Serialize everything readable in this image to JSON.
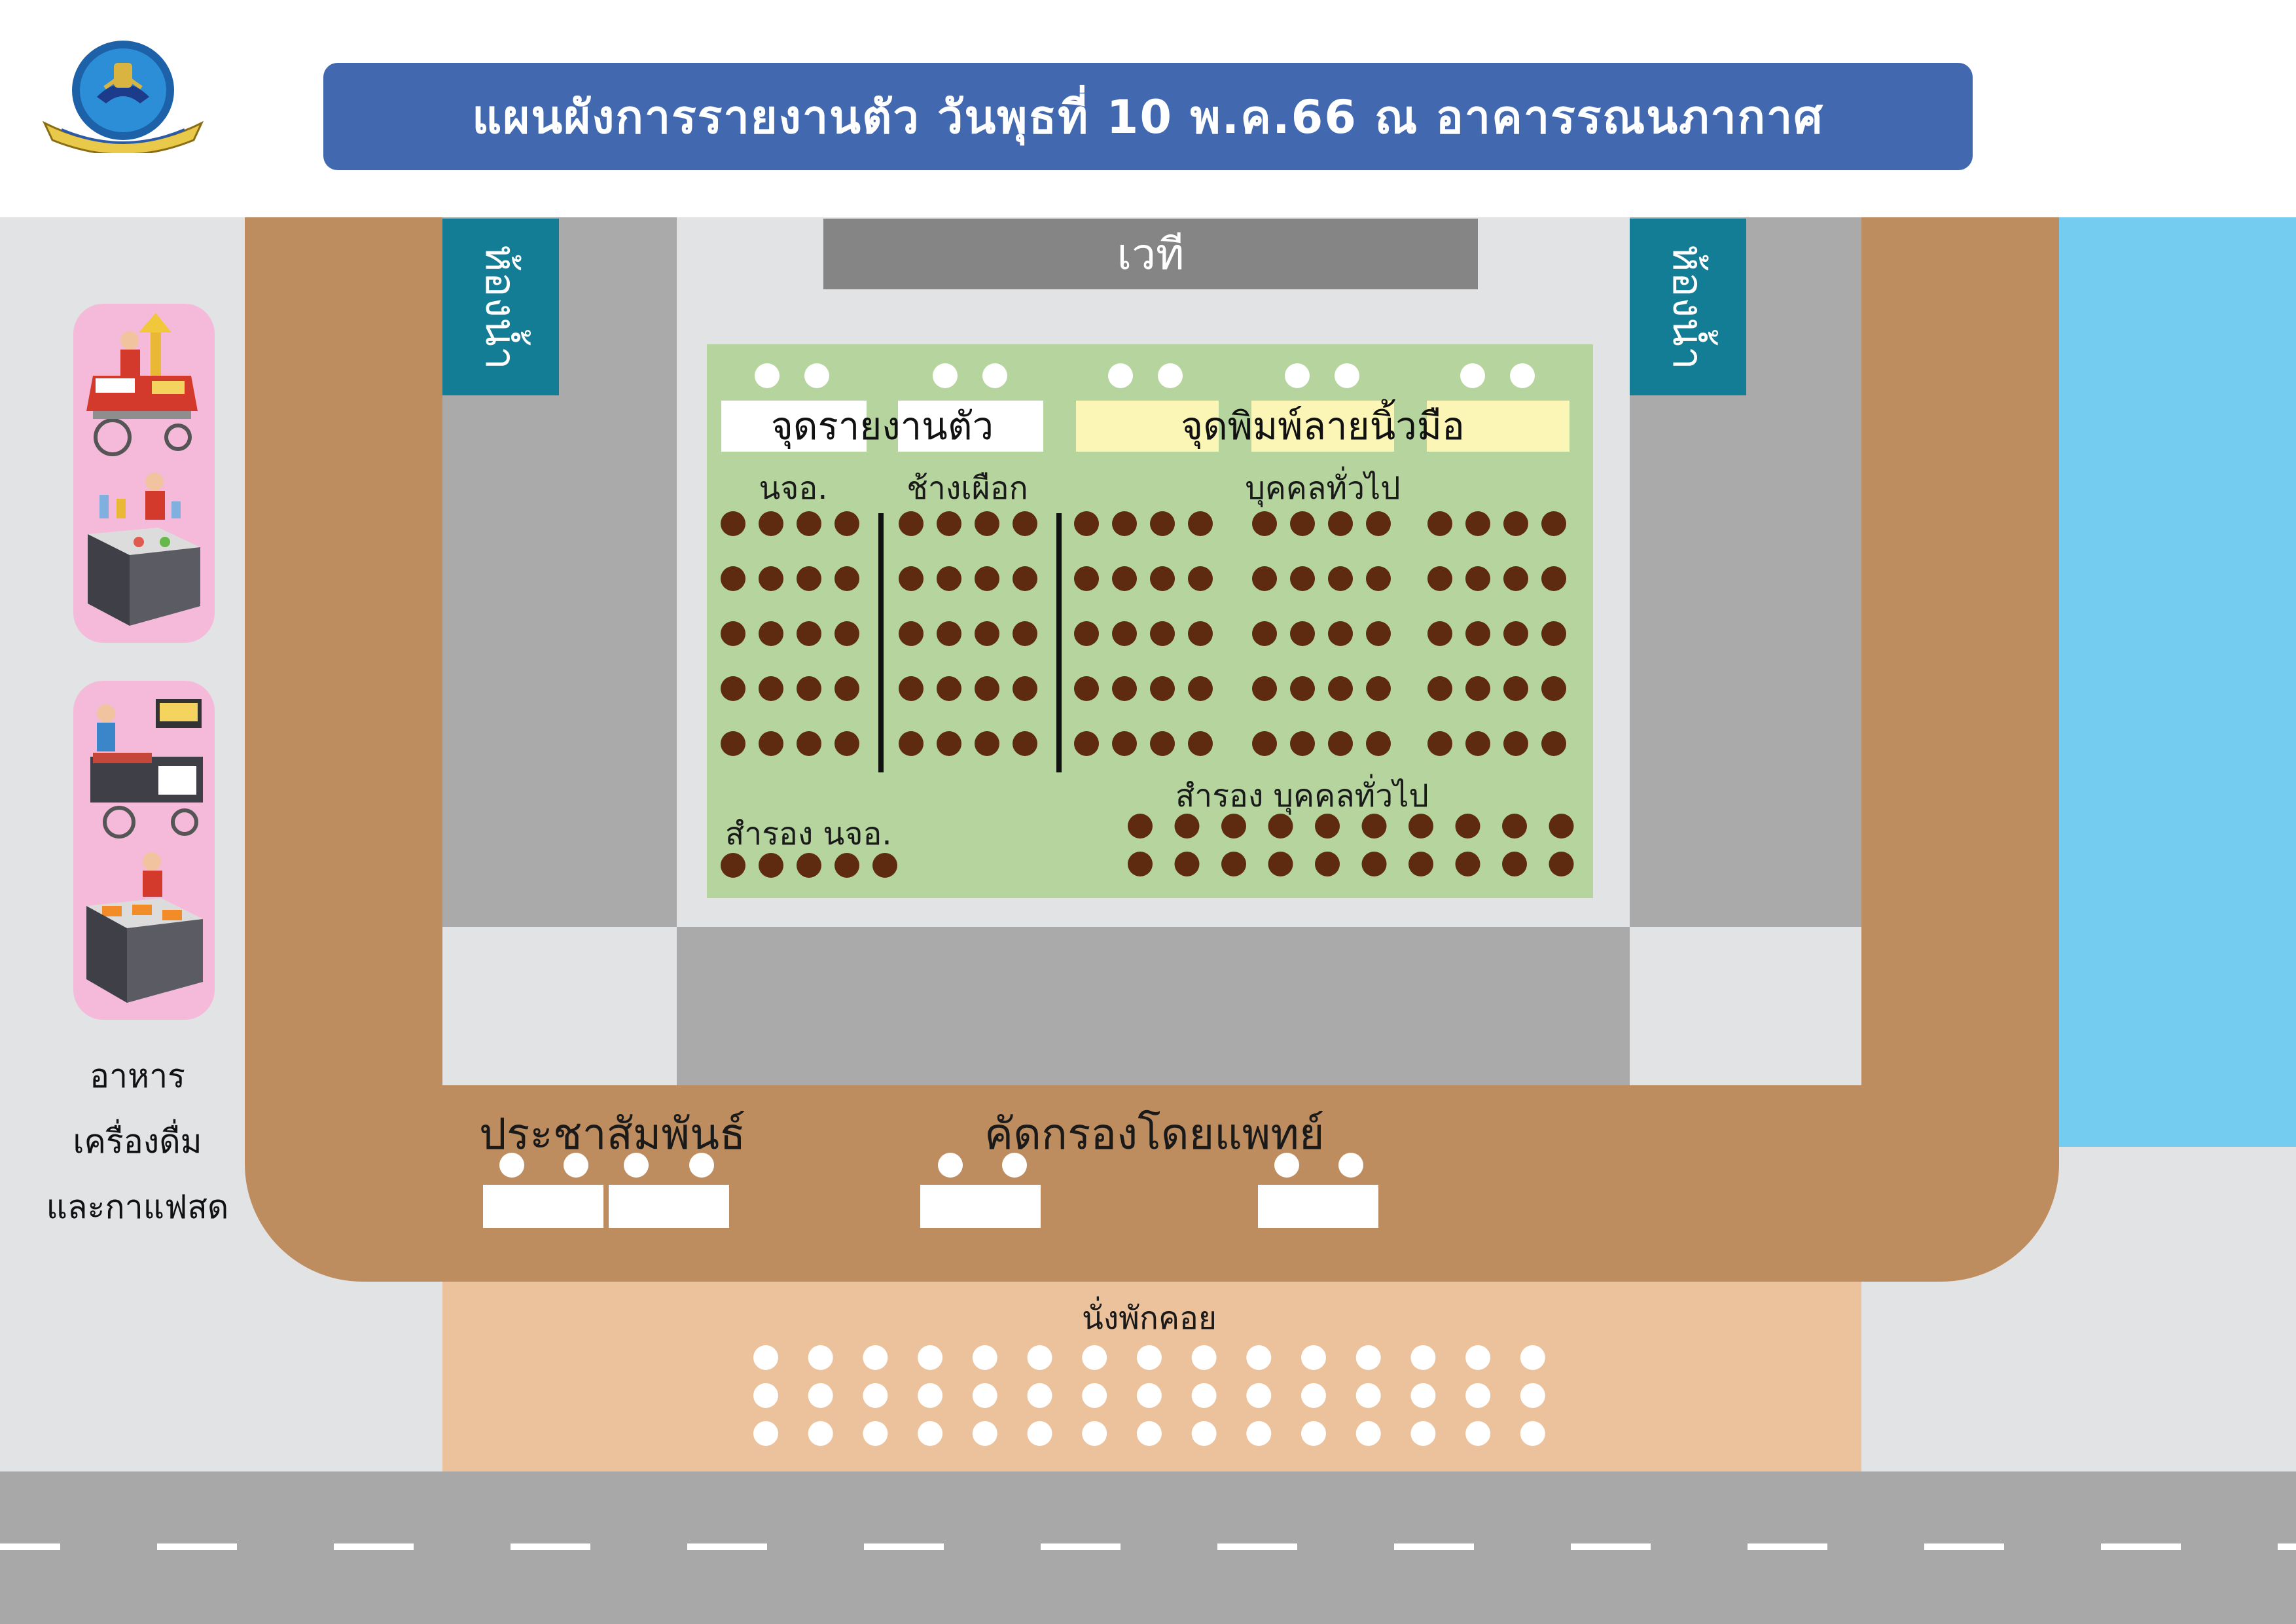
{
  "header": {
    "title": "แผนผังการรายงานตัว วันพุธที่ 10 พ.ค.66 ณ อาคารรณนภากาศ",
    "logo_icon": "royal-thai-air-force-emblem-icon"
  },
  "venue": {
    "stage_label": "เวที",
    "restroom_label": "ห้องน้ำ",
    "registration": {
      "header_label": "จุดรายงานตัว",
      "groups": [
        {
          "label": "นจอ.",
          "rows": 5,
          "cols": 4
        },
        {
          "label": "ช้างเผือก",
          "rows": 5,
          "cols": 4
        }
      ],
      "reserve_label": "สำรอง นจอ.",
      "reserve_seats": 5
    },
    "fingerprint": {
      "header_label": "จุดพิมพ์ลายนิ้วมือ",
      "general_label": "บุคคลทั่วไป",
      "blocks": [
        {
          "rows": 5,
          "cols": 4
        },
        {
          "rows": 5,
          "cols": 4
        },
        {
          "rows": 5,
          "cols": 4
        }
      ],
      "reserve_label": "สำรอง บุคคลทั่วไป",
      "reserve_rows": 2,
      "reserve_cols": 10
    },
    "public_relations_label": "ประชาสัมพันธ์",
    "medical_screening_label": "คัดกรองโดยแพทย์",
    "waiting_area": {
      "label": "นั่งพักคอย",
      "rows": 3,
      "cols": 15
    }
  },
  "food": {
    "lines": [
      "อาหาร",
      "เครื่องดื่ม",
      "และกาแฟสด"
    ],
    "stalls": [
      "street-food-cart-icon",
      "drink-vendor-icon",
      "bbq-food-cart-icon",
      "buffet-counter-icon"
    ]
  },
  "colors": {
    "title_bg": "#4268b0",
    "walkway": "#bd8d60",
    "floor_grey": "#aaaaaa",
    "floor_light": "#e2e3e5",
    "seating_green": "#b5d49e",
    "seat_brown": "#5e2a10",
    "restroom": "#137d96",
    "stage": "#858585",
    "waiting_area": "#ebc29b",
    "road": "#a8a8a8",
    "water": "#74ccf1",
    "food_bg": "#f5bada"
  }
}
